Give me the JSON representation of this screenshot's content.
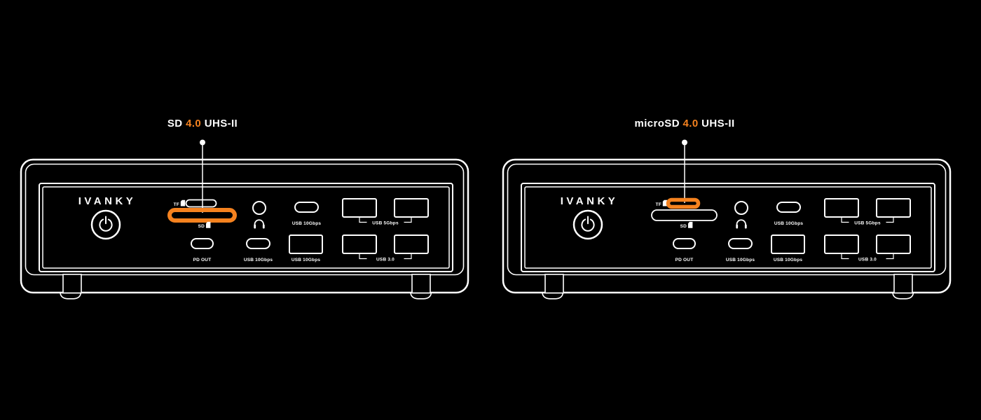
{
  "page": {
    "background_color": "#000000",
    "line_color": "#ffffff",
    "accent_color": "#f5821f"
  },
  "callouts": {
    "left": {
      "prefix": "SD ",
      "highlight": "4.0",
      "suffix": " UHS-II"
    },
    "right": {
      "prefix": "microSD ",
      "highlight": "4.0",
      "suffix": " UHS-II"
    }
  },
  "dock": {
    "brand": "IVANKY",
    "labels": {
      "tf": "TF",
      "sd": "SD",
      "usb_c_top": "USB 10Gbps",
      "usb_a_pair_top": "USB 5Gbps",
      "pd_out": "PD OUT",
      "usb_c_bottom": "USB 10Gbps",
      "usb_a_bottom": "USB 10Gbps",
      "usb_a_pair_bottom": "USB 3.0"
    },
    "icons": {
      "power-icon": "⏻",
      "headphone-icon": "🎧",
      "memory-card-icon": "▯"
    }
  }
}
